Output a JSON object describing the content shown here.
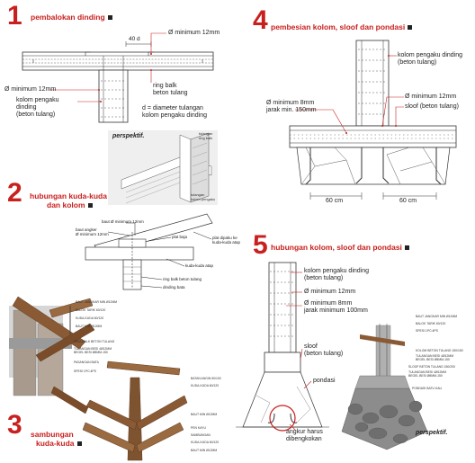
{
  "sec1": {
    "num": "1",
    "title": "pembalokan dinding",
    "labels": {
      "d40": "40 d",
      "dia_top": "Ø minimum 12mm",
      "dia_left": "Ø minimum 12mm",
      "kolom": "kolom pengaku\ndinding\n(beton tulang)",
      "ring": "ring balk\nbeton tulang",
      "d_def": "d = diameter tulangan\nkolom pengaku dinding",
      "persp": "perspektif.",
      "persp_a": "tulangan\nring balk",
      "persp_b": "tulangan\nkolom pengaku"
    }
  },
  "sec2": {
    "num": "2",
    "title_a": "hubungan kuda-kuda",
    "title_b": "dan kolom",
    "labels": {
      "baut": "baut Ø minimum 12mm",
      "angker": "baut angker\nØ minimum 12mm",
      "plat": "plat baja",
      "plat_dipaku": "plat dipaku ke\nkuda-kuda atap",
      "kuda": "kuda-kuda atap",
      "ring": "ring balk beton tulang",
      "dinding": "dinding bata"
    },
    "legend": [
      "BAUT JANGKAR MIN Ø12MM",
      "BALOK TARIK 60/120",
      "KUDA-KUDA 60/120",
      "BAUT MIN Ø12MM",
      "RING BALK BETON TULANG",
      "TULANGAN BESI 4Ø12MM\nBEGEL BESI Ø8MM-150",
      "PASANGAN BATA",
      "SPESI 1PC:4PS"
    ]
  },
  "sec3": {
    "num": "3",
    "title_a": "sambungan",
    "title_b": "kuda-kuda",
    "legend": [
      "BATAN ANGIN 50/100",
      "KUDA-KUDA 60/120",
      "BAUT MIN Ø12MM",
      "PEN KAYU",
      "SAMBUNGAN",
      "KUDA-KUDA 60/120",
      "BAUT MIN Ø12MM"
    ]
  },
  "sec4": {
    "num": "4",
    "title": "pembesian kolom, sloof dan pondasi",
    "labels": {
      "kolom": "kolom pengaku dinding\n(beton tulang)",
      "dia8": "Ø minimum 8mm\njarak min. 150mm",
      "dia12": "Ø minimum 12mm",
      "sloof": "sloof (beton tulang)",
      "dim_a": "60 cm",
      "dim_b": "60 cm"
    }
  },
  "sec5": {
    "num": "5",
    "title": "hubungan kolom, sloof dan pondasi",
    "labels": {
      "kolom": "kolom pengaku dinding\n(beton tulang)",
      "dia12": "Ø minimum 12mm",
      "dia8": "Ø minimum 8mm\njarak minimum 100mm",
      "sloof": "sloof\n(beton tulang)",
      "pondasi": "pondasi",
      "angkur": "angkur harus\ndibengkokan",
      "persp": "perspektif."
    },
    "legend": [
      "BAUT JANGKAR MIN Ø12MM",
      "BALOK TARIK 60/120",
      "SPESI 1PC:4PS",
      "KOLOM BETON TULANG 150/150",
      "TULANGAN BESI 4Ø12MM\nBEGEL BESI Ø8MM-150",
      "SLOOF BETON TULANG 150/200",
      "TULANGAN BESI 4Ø12MM\nBEGEL BESI Ø8MM-150",
      "PONDASI BATU KALI"
    ]
  },
  "colors": {
    "accent_red": "#c8201e",
    "timber": "#8a5a34",
    "timber_dark": "#5e3a1f",
    "stone": "#8c8c8c"
  }
}
